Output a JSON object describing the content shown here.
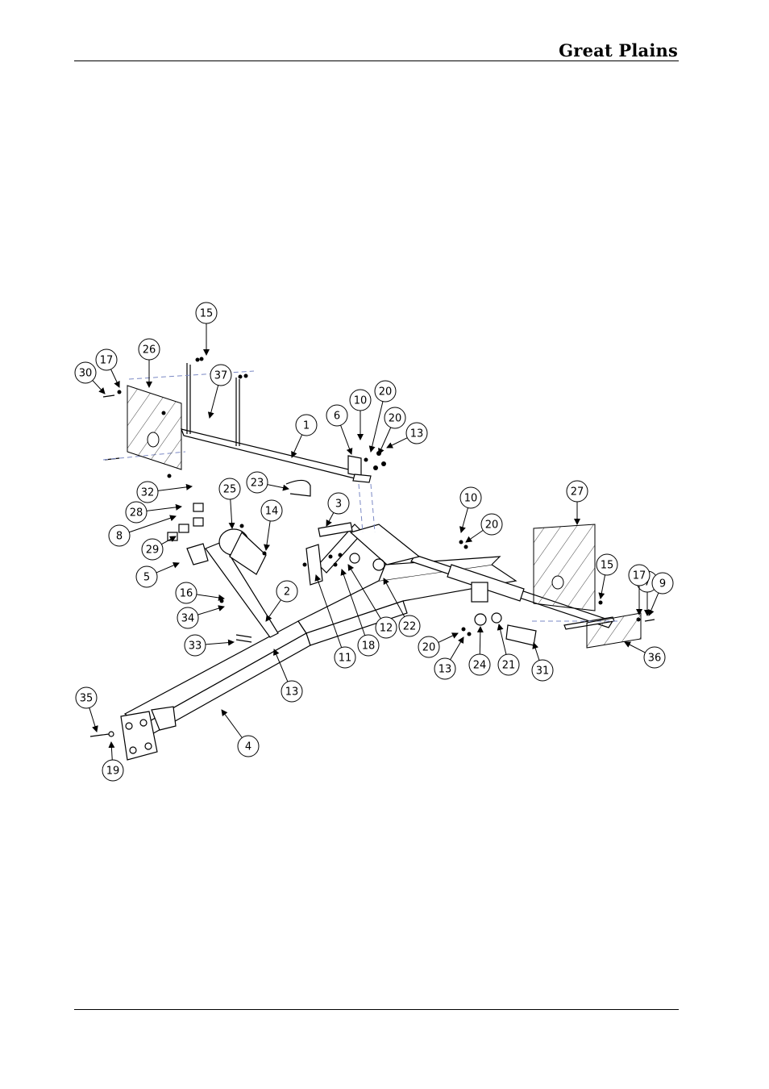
{
  "header": {
    "brand": "Great Plains"
  },
  "callouts": [
    "1",
    "2",
    "3",
    "4",
    "5",
    "6",
    "7",
    "8",
    "9",
    "10",
    "10",
    "11",
    "12",
    "13",
    "13",
    "13",
    "14",
    "15",
    "15",
    "16",
    "17",
    "17",
    "18",
    "19",
    "20",
    "20",
    "20",
    "20",
    "21",
    "22",
    "23",
    "24",
    "25",
    "26",
    "27",
    "28",
    "29",
    "30",
    "31",
    "32",
    "33",
    "34",
    "35",
    "36",
    "37"
  ]
}
